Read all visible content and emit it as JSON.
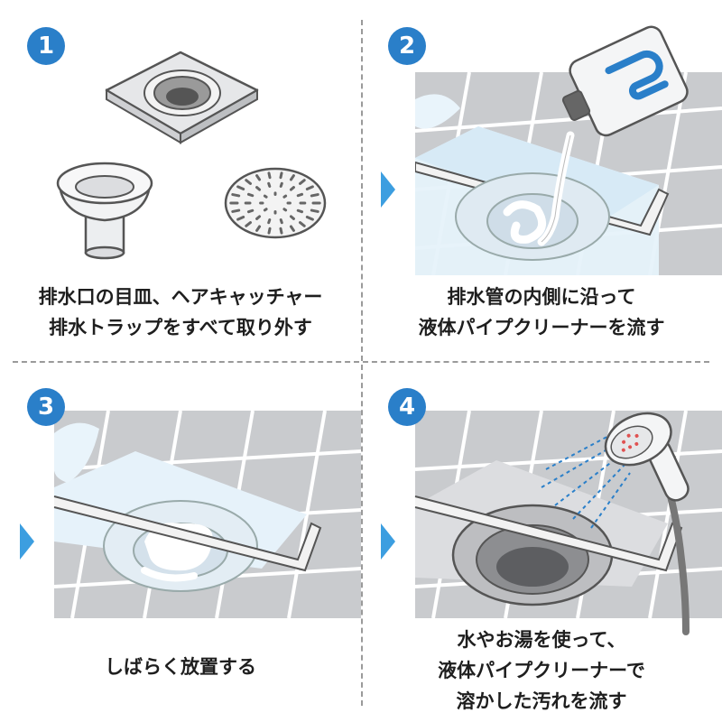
{
  "steps": [
    {
      "number": "1",
      "lines": [
        "排水口の目皿、ヘアキャッチャー",
        "排水トラップをすべて取り外す"
      ]
    },
    {
      "number": "2",
      "lines": [
        "排水管の内側に沿って",
        "液体パイプクリーナーを流す"
      ]
    },
    {
      "number": "3",
      "lines": [
        "しばらく放置する"
      ]
    },
    {
      "number": "4",
      "lines": [
        "水やお湯を使って、",
        "液体パイプクリーナーで",
        "溶かした汚れを流す"
      ]
    }
  ],
  "colors": {
    "badge": "#2a7fc9",
    "arrow": "#3c9ee0",
    "tile": "#c9cbce",
    "grout": "#ffffff",
    "water": "#d8ecf7"
  }
}
